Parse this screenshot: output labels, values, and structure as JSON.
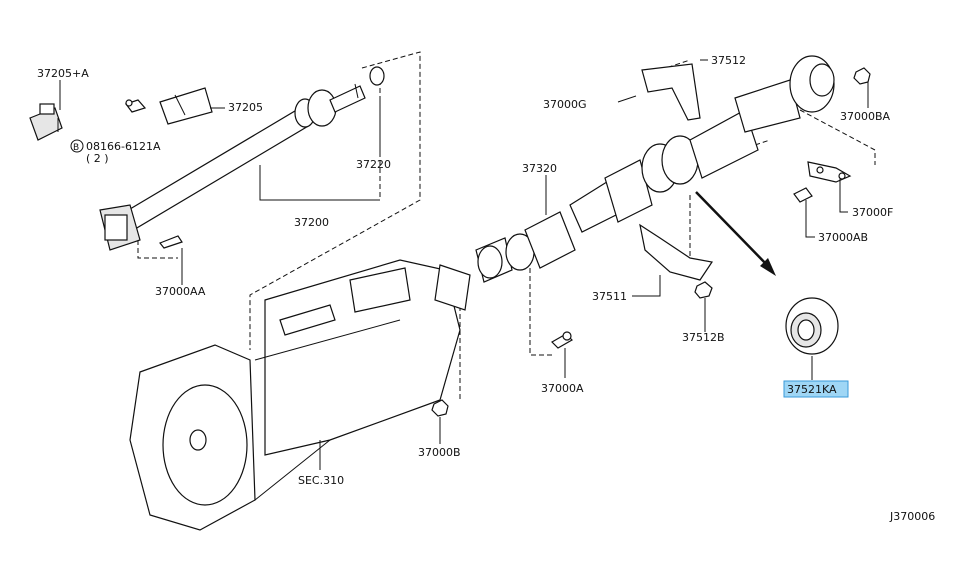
{
  "diagram": {
    "code": "J370006",
    "labels": {
      "p37205a": "37205+A",
      "p37205": "37205",
      "p08166": "08166-6121A",
      "p08166_qty": "( 2 )",
      "p08166_prefix": "B",
      "p37220": "37220",
      "p37200": "37200",
      "p37000aa": "37000AA",
      "p37320": "37320",
      "p37512": "37512",
      "p37000g": "37000G",
      "p37000ba": "37000BA",
      "p37000f": "37000F",
      "p37000ab": "37000AB",
      "p37511": "37511",
      "p37512b": "37512B",
      "p37000a": "37000A",
      "p37000b": "37000B",
      "sec310": "SEC.310",
      "p37521ka": "37521KA"
    },
    "highlight_color": "#9fd6f5"
  }
}
